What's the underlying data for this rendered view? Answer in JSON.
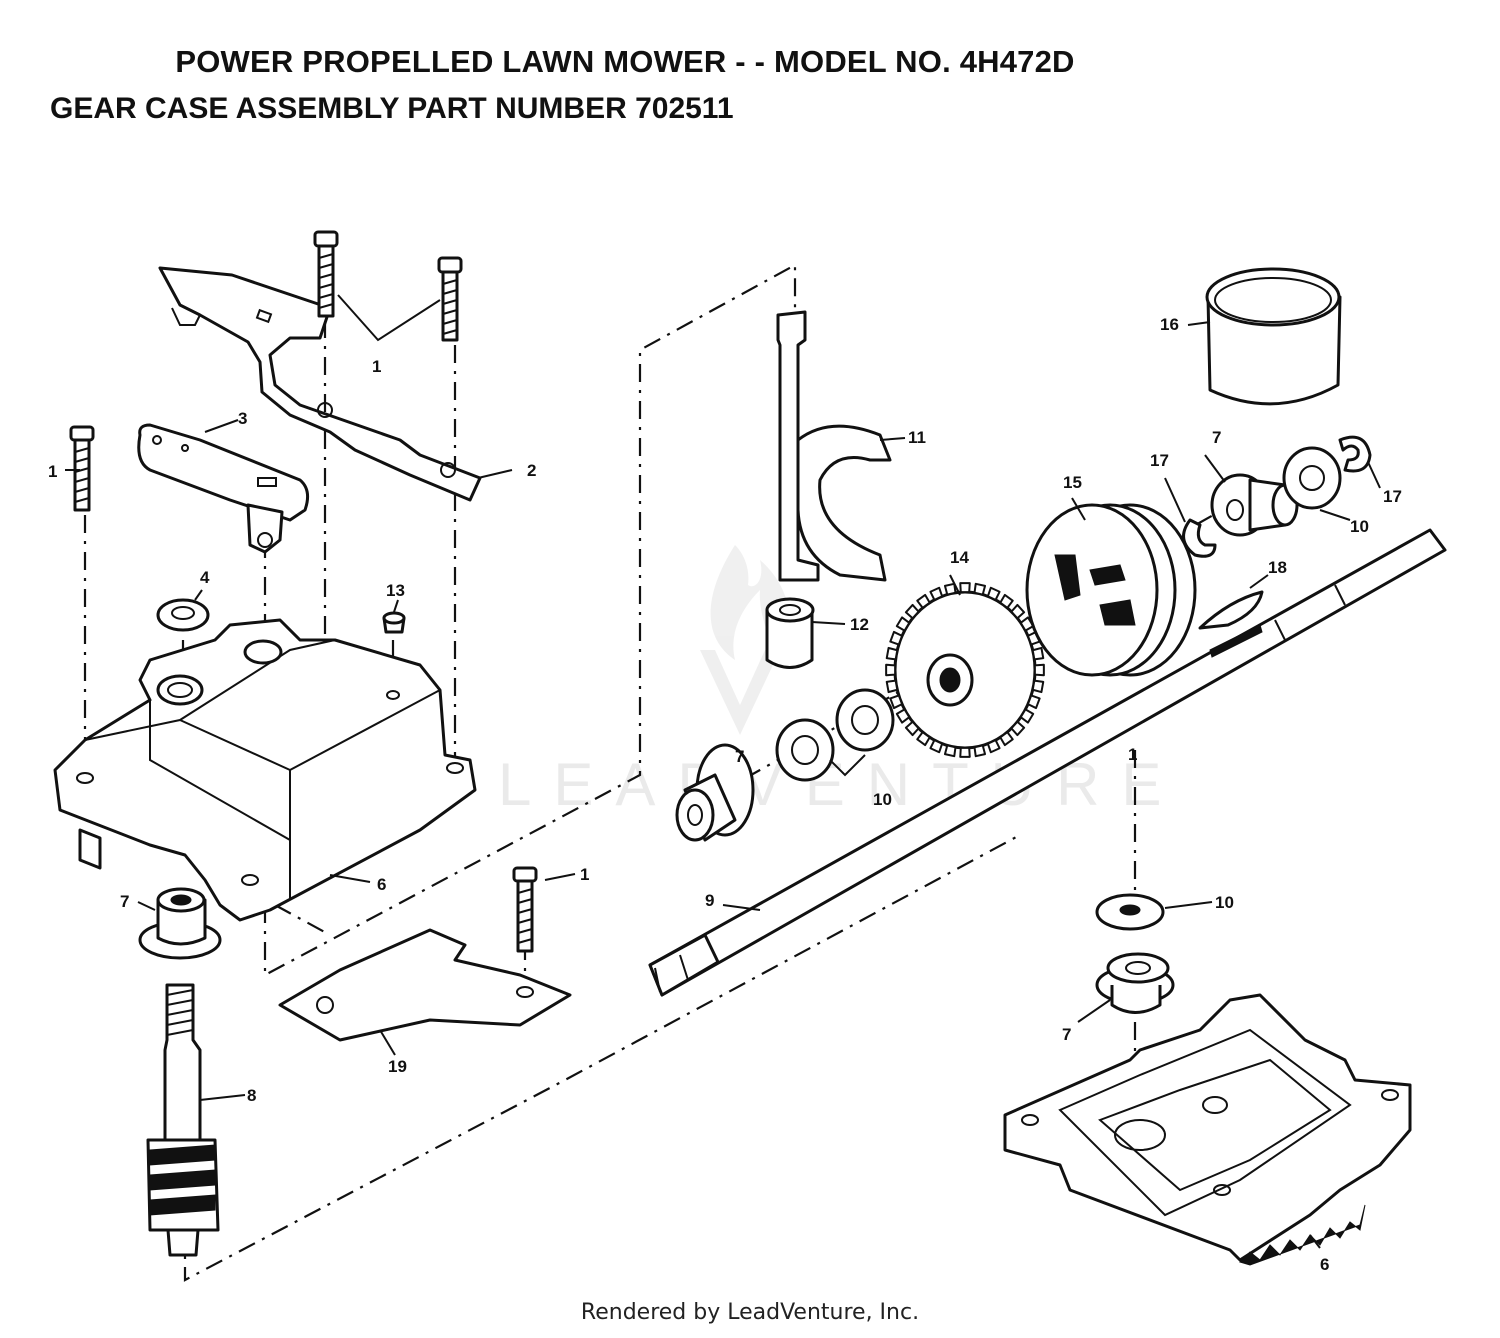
{
  "header": {
    "title": "POWER PROPELLED LAWN MOWER - - MODEL NO. 4H472D",
    "subtitle": "GEAR CASE ASSEMBLY PART NUMBER 702511"
  },
  "watermark": {
    "text": "LEADVENTURE"
  },
  "footer": {
    "credit": "Rendered by LeadVenture, Inc."
  },
  "callouts": [
    {
      "id": "c1a",
      "label": "1"
    },
    {
      "id": "c1b",
      "label": "1"
    },
    {
      "id": "c1c",
      "label": "1"
    },
    {
      "id": "c1d",
      "label": "1"
    },
    {
      "id": "c2",
      "label": "2"
    },
    {
      "id": "c3",
      "label": "3"
    },
    {
      "id": "c4",
      "label": "4"
    },
    {
      "id": "c6a",
      "label": "6"
    },
    {
      "id": "c6b",
      "label": "6"
    },
    {
      "id": "c7a",
      "label": "7"
    },
    {
      "id": "c7b",
      "label": "7"
    },
    {
      "id": "c7c",
      "label": "7"
    },
    {
      "id": "c7d",
      "label": "7"
    },
    {
      "id": "c8",
      "label": "8"
    },
    {
      "id": "c9",
      "label": "9"
    },
    {
      "id": "c10a",
      "label": "10"
    },
    {
      "id": "c10b",
      "label": "10"
    },
    {
      "id": "c10c",
      "label": "10"
    },
    {
      "id": "c11",
      "label": "11"
    },
    {
      "id": "c12",
      "label": "12"
    },
    {
      "id": "c13",
      "label": "13"
    },
    {
      "id": "c14",
      "label": "14"
    },
    {
      "id": "c15",
      "label": "15"
    },
    {
      "id": "c16",
      "label": "16"
    },
    {
      "id": "c17a",
      "label": "17"
    },
    {
      "id": "c17b",
      "label": "17"
    },
    {
      "id": "c18",
      "label": "18"
    },
    {
      "id": "c19",
      "label": "19"
    }
  ]
}
